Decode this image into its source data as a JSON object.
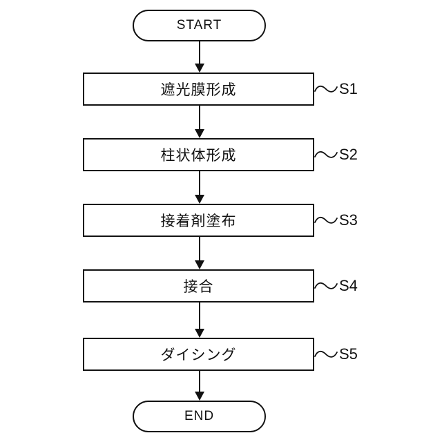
{
  "flowchart": {
    "title_hint": "process-flow-diagram",
    "start_label": "START",
    "end_label": "END",
    "steps": [
      {
        "label": "遮光膜形成",
        "id": "S1"
      },
      {
        "label": "柱状体形成",
        "id": "S2"
      },
      {
        "label": "接着剤塗布",
        "id": "S3"
      },
      {
        "label": "接合",
        "id": "S4"
      },
      {
        "label": "ダイシング",
        "id": "S5"
      }
    ],
    "colors": {
      "line": "#111111",
      "text": "#111111",
      "background": "#ffffff"
    }
  }
}
